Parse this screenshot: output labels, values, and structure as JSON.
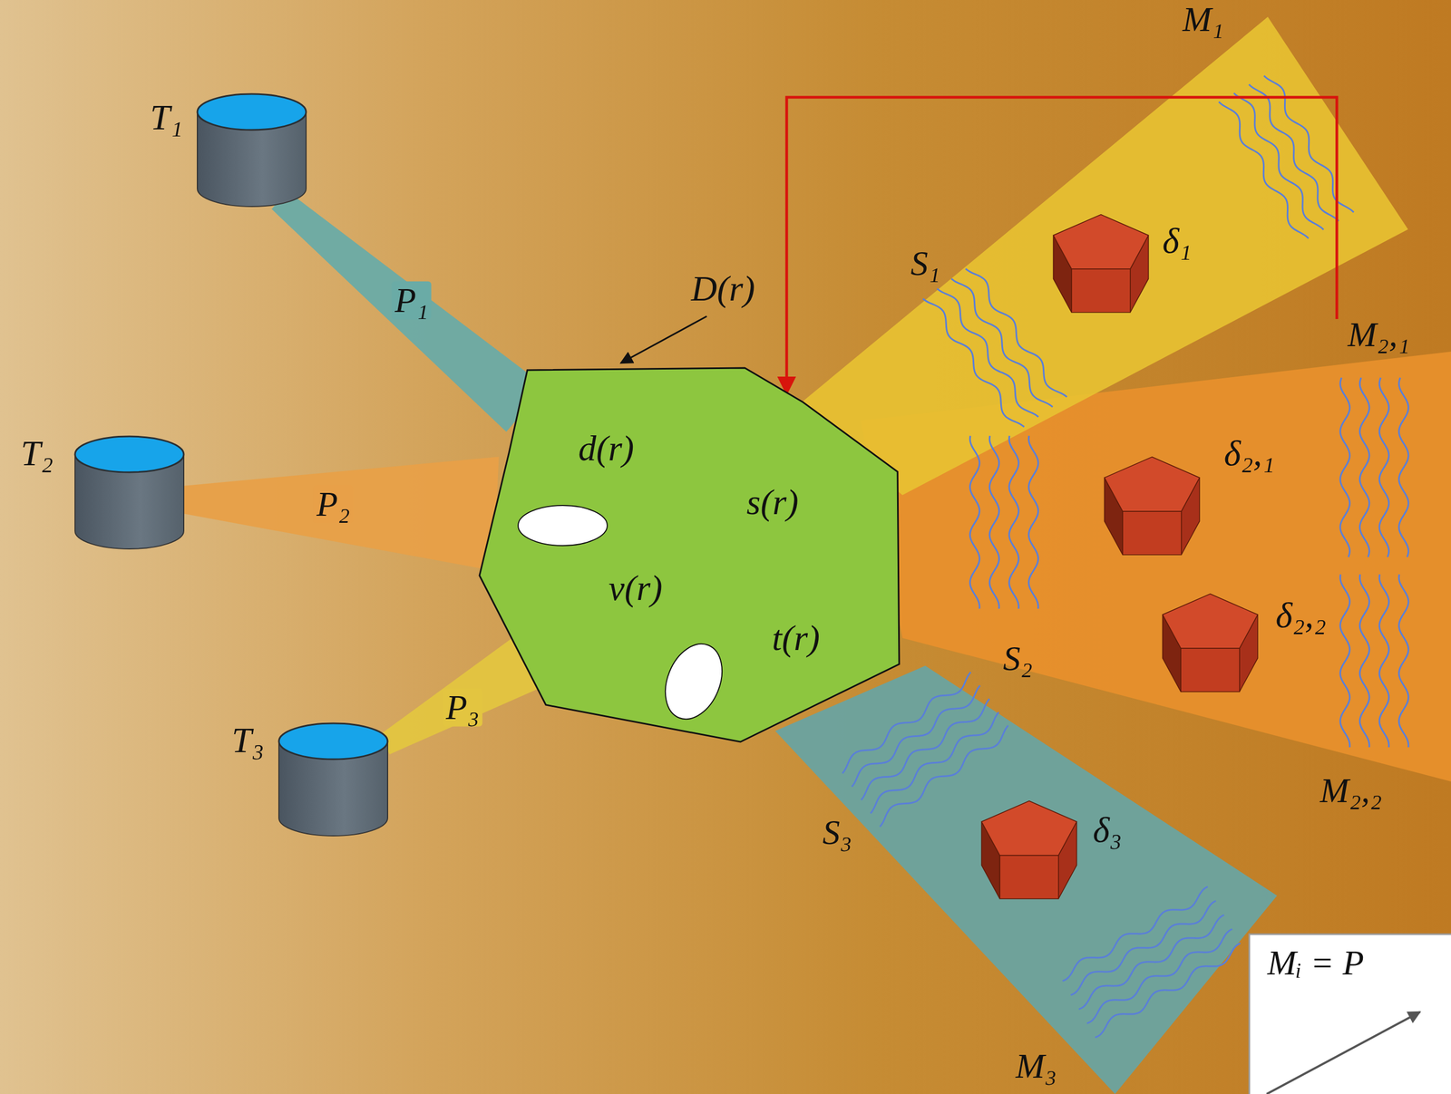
{
  "diagram": {
    "nodes": [
      {
        "text": [
          "T₁"
        ]
      },
      {
        "text": [
          "T₂"
        ]
      },
      {
        "text": [
          "T₃"
        ]
      },
      {
        "text": [
          "D(r)",
          "d(r)",
          "s(r)",
          "v(r)",
          "t(r)"
        ]
      },
      {
        "text": [
          "δ₁"
        ]
      },
      {
        "text": [
          "δ₂,₁"
        ]
      },
      {
        "text": [
          "δ₂,₂"
        ]
      },
      {
        "text": [
          "δ₃"
        ]
      }
    ],
    "edges": [
      {
        "from": 0,
        "to": 3,
        "arrow": "none",
        "label": "P₁"
      },
      {
        "from": 1,
        "to": 3,
        "arrow": "none",
        "label": "P₂"
      },
      {
        "from": 2,
        "to": 3,
        "arrow": "none",
        "label": "P₃"
      }
    ],
    "labels": [
      "M₁",
      "M₂,₁",
      "M₂,₂",
      "M₃",
      "S₁",
      "S₂",
      "S₃",
      "Mᵢ = P"
    ]
  }
}
